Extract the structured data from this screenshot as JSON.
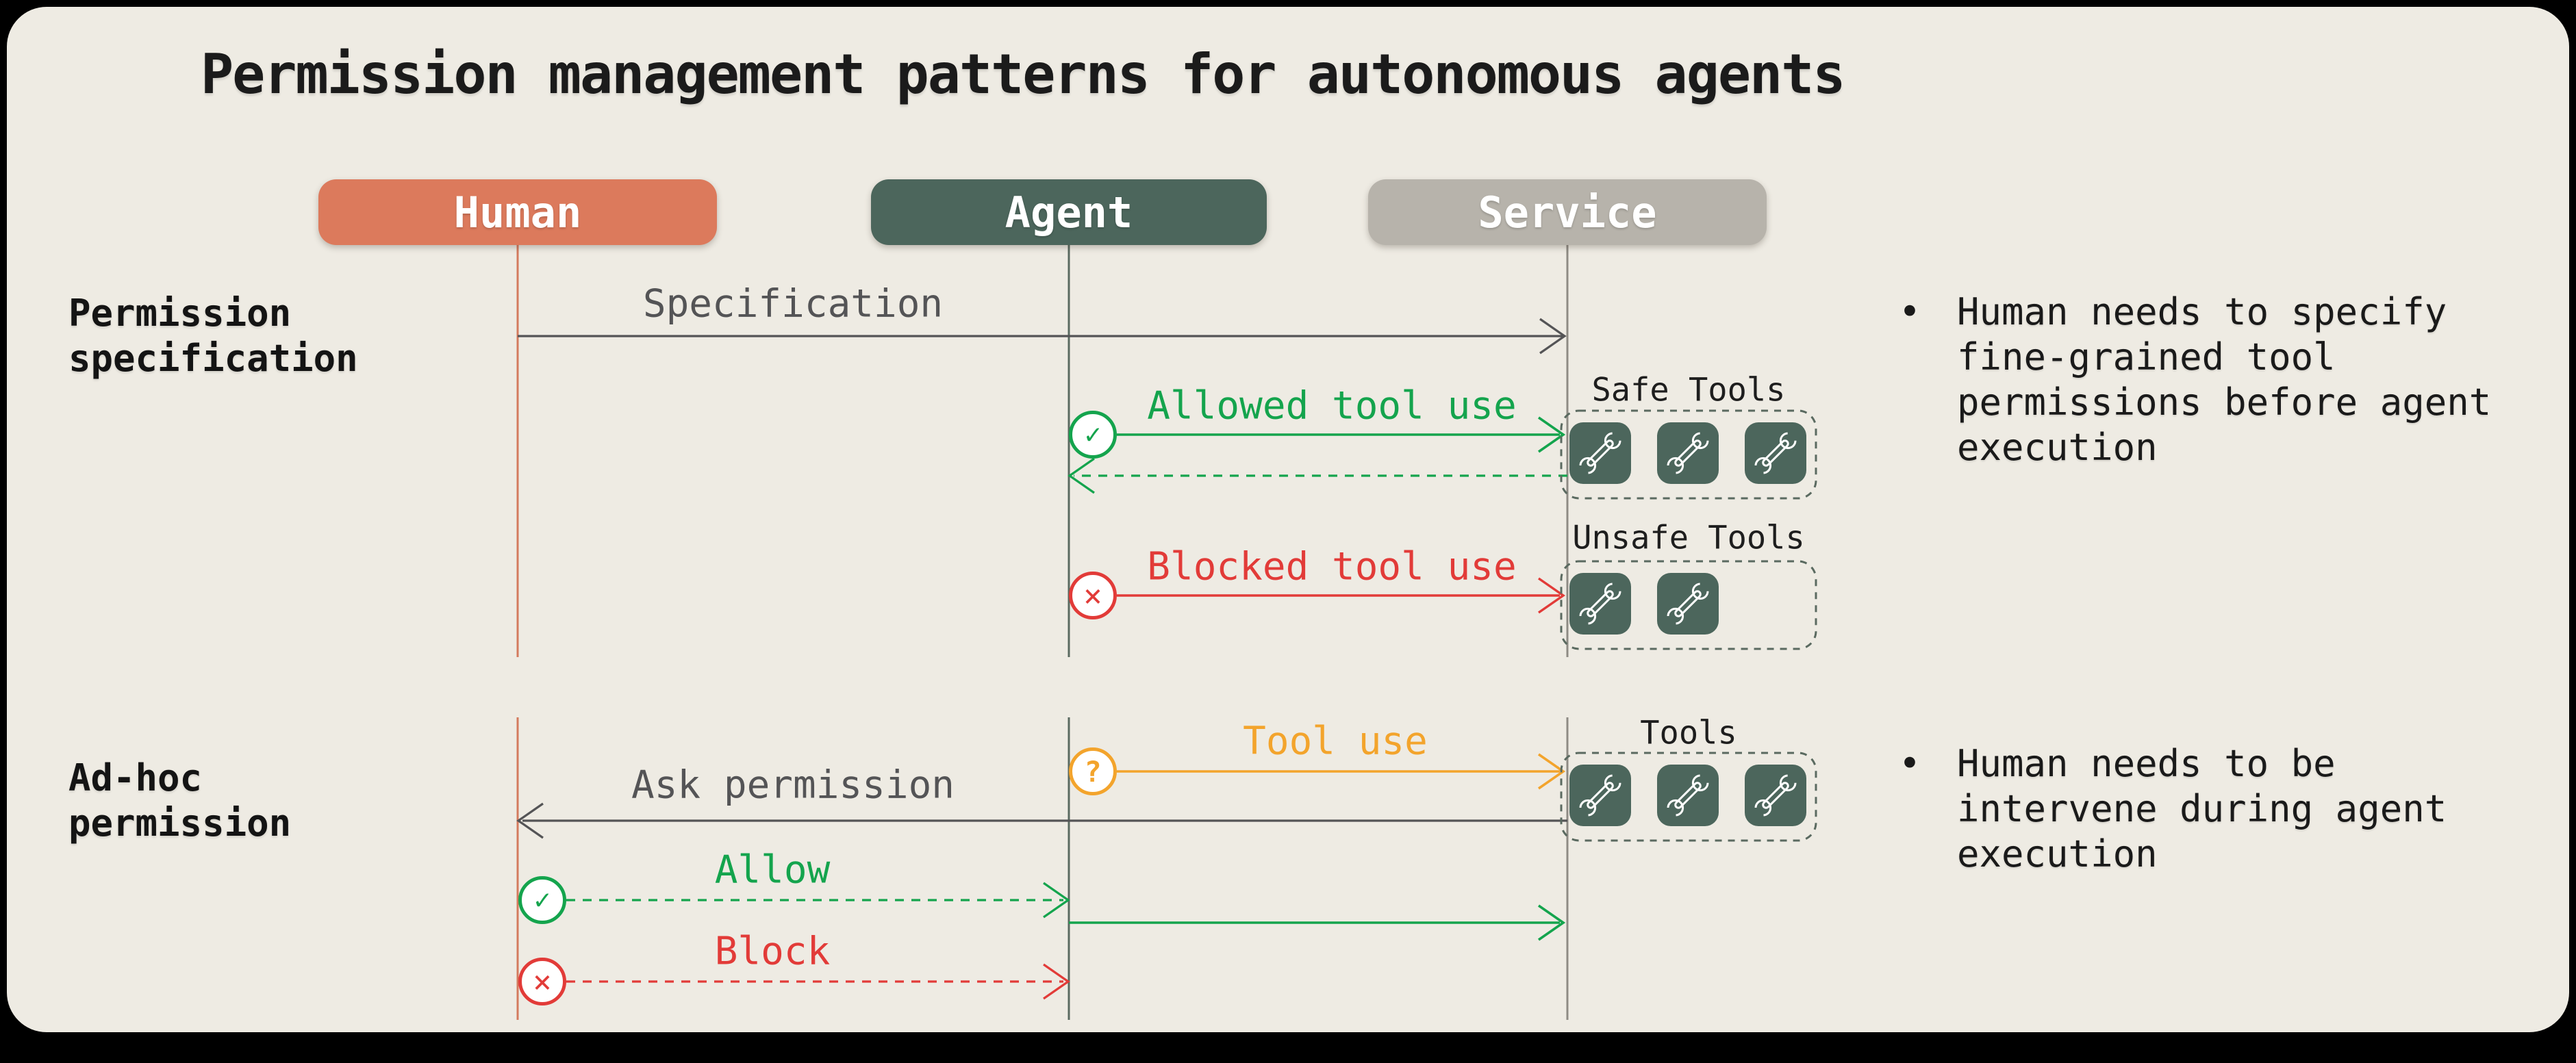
{
  "title": "Permission management patterns for autonomous agents",
  "lanes": [
    {
      "label": "Human",
      "color": "#DC7A5C"
    },
    {
      "label": "Agent",
      "color": "#4C665C"
    },
    {
      "label": "Service",
      "color": "#B7B3AB"
    }
  ],
  "sections": [
    {
      "label_lines": [
        "Permission",
        "specification"
      ]
    },
    {
      "label_lines": [
        "Ad-hoc",
        "permission"
      ]
    }
  ],
  "messages": {
    "specification": "Specification",
    "allowed_tool_use": "Allowed tool use",
    "blocked_tool_use": "Blocked tool use",
    "tool_use": "Tool use",
    "ask_permission": "Ask permission",
    "allow": "Allow",
    "block": "Block"
  },
  "tool_groups": [
    {
      "label": "Safe Tools",
      "tool_count": 3
    },
    {
      "label": "Unsafe Tools",
      "tool_count": 2
    },
    {
      "label": "Tools",
      "tool_count": 3
    }
  ],
  "icons": {
    "check": "✓",
    "cross": "×",
    "question": "?",
    "wrench": "wrench-icon"
  },
  "bullets": [
    {
      "marker": "•",
      "lines": [
        "Human needs to specify",
        "fine-grained tool",
        "permissions before agent",
        "execution"
      ]
    },
    {
      "marker": "•",
      "lines": [
        "Human needs to be",
        "intervene during agent",
        "execution"
      ]
    }
  ],
  "colors": {
    "background": "#000000",
    "card": "#EEEBE3",
    "human": "#DC7A5C",
    "agent": "#4C665C",
    "service": "#B7B3AB",
    "green": "#14A44D",
    "red": "#E23B38",
    "orange": "#F3A42C",
    "gray": "#545456",
    "tile": "#4C665C"
  }
}
